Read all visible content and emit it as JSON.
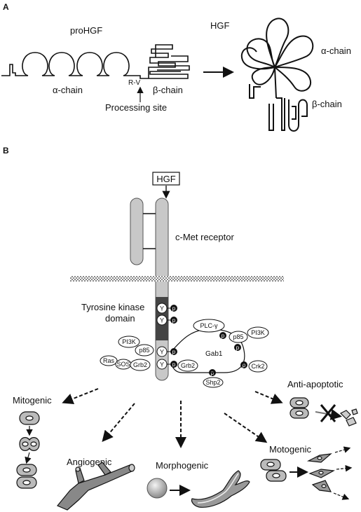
{
  "panel_a": {
    "label": "A",
    "prohgf_title": "proHGF",
    "hgf_title": "HGF",
    "alpha_chain_left": "α-chain",
    "beta_chain_left": "β-chain",
    "cleavage_motif": "R-V",
    "processing_site": "Processing site",
    "alpha_chain_right": "α-chain",
    "beta_chain_right": "β-chain"
  },
  "panel_b": {
    "label": "B",
    "ligand": "HGF",
    "receptor": "c-Met receptor",
    "kinase_domain_line1": "Tyrosine kinase",
    "kinase_domain_line2": "domain",
    "tyrosine": "Y",
    "phospho": "p",
    "proteins": {
      "pi3k_left": "PI3K",
      "p85_left": "p85",
      "ras": "Ras",
      "sos": "SOS",
      "grb2_left": "Grb2",
      "grb2_right": "Grb2",
      "plc": "PLC-γ",
      "p85_right": "p85",
      "pi3k_right": "PI3K",
      "gab1": "Gab1",
      "crk2": "Crk2",
      "shp2": "Shp2"
    },
    "outcomes": {
      "mitogenic": "Mitogenic",
      "angiogenic": "Angiogenic",
      "morphogenic": "Morphogenic",
      "motogenic": "Motogenic",
      "anti_apoptotic": "Anti-apoptotic"
    }
  }
}
